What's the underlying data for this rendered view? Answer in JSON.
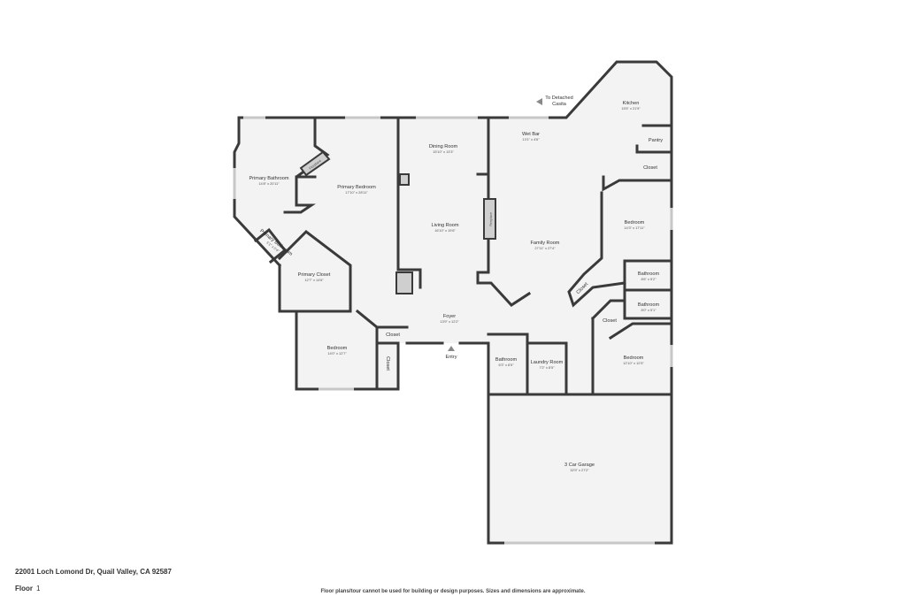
{
  "rooms": [
    {
      "name": "Kitchen",
      "dims": "15'5\" x 21'9\""
    },
    {
      "name": "Pantry",
      "dims": ""
    },
    {
      "name": "Wet Bar",
      "dims": "13'1\" x 4'6\""
    },
    {
      "name": "Dining Room",
      "dims": "15'10\" x 13'3\""
    },
    {
      "name": "Primary Bathroom",
      "dims": "14'8\" x 20'11\""
    },
    {
      "name": "Primary Bedroom",
      "dims": "17'10\" x 28'11\""
    },
    {
      "name": "Closet",
      "dims": ""
    },
    {
      "name": "Bedroom",
      "dims": "14'3\" x 17'11\""
    },
    {
      "name": "Living Room",
      "dims": "16'10\" x 19'6\""
    },
    {
      "name": "Family Room",
      "dims": "27'11\" x 27'4\""
    },
    {
      "name": "Primary Bathroom",
      "dims": "5'1\" x 5'4\""
    },
    {
      "name": "Primary Closet",
      "dims": "12'7\" x 14'6\""
    },
    {
      "name": "Bathroom",
      "dims": "8'6\" x 5'2\""
    },
    {
      "name": "Bathroom",
      "dims": "8'0\" x 5'1\""
    },
    {
      "name": "Closet",
      "dims": ""
    },
    {
      "name": "Foyer",
      "dims": "13'9\" x 12'2\""
    },
    {
      "name": "Closet",
      "dims": ""
    },
    {
      "name": "Bedroom",
      "dims": "14'0\" x 12'7\""
    },
    {
      "name": "Closet",
      "dims": ""
    },
    {
      "name": "Bathroom",
      "dims": "6'3\" x 8'5\""
    },
    {
      "name": "Laundry Room",
      "dims": "7'2\" x 8'5\""
    },
    {
      "name": "Bedroom",
      "dims": "12'10\" x 12'5\""
    },
    {
      "name": "3 Car Garage",
      "dims": "32'9\" x 27'2\""
    },
    {
      "name": "Closet",
      "dims": ""
    }
  ],
  "features": {
    "fireplace_primary": "Fireplace",
    "fireplace_living": "Fireplace",
    "casita_line1": "To Detached",
    "casita_line2": "Casita",
    "entry": "Entry"
  },
  "footer": {
    "address": "22001 Loch Lomond Dr, Quail Valley, CA 92587",
    "floor_label": "Floor",
    "floor_number": "1",
    "disclaimer": "Floor plans/tour cannot be used for building or design purposes. Sizes and dimensions are approximate."
  }
}
